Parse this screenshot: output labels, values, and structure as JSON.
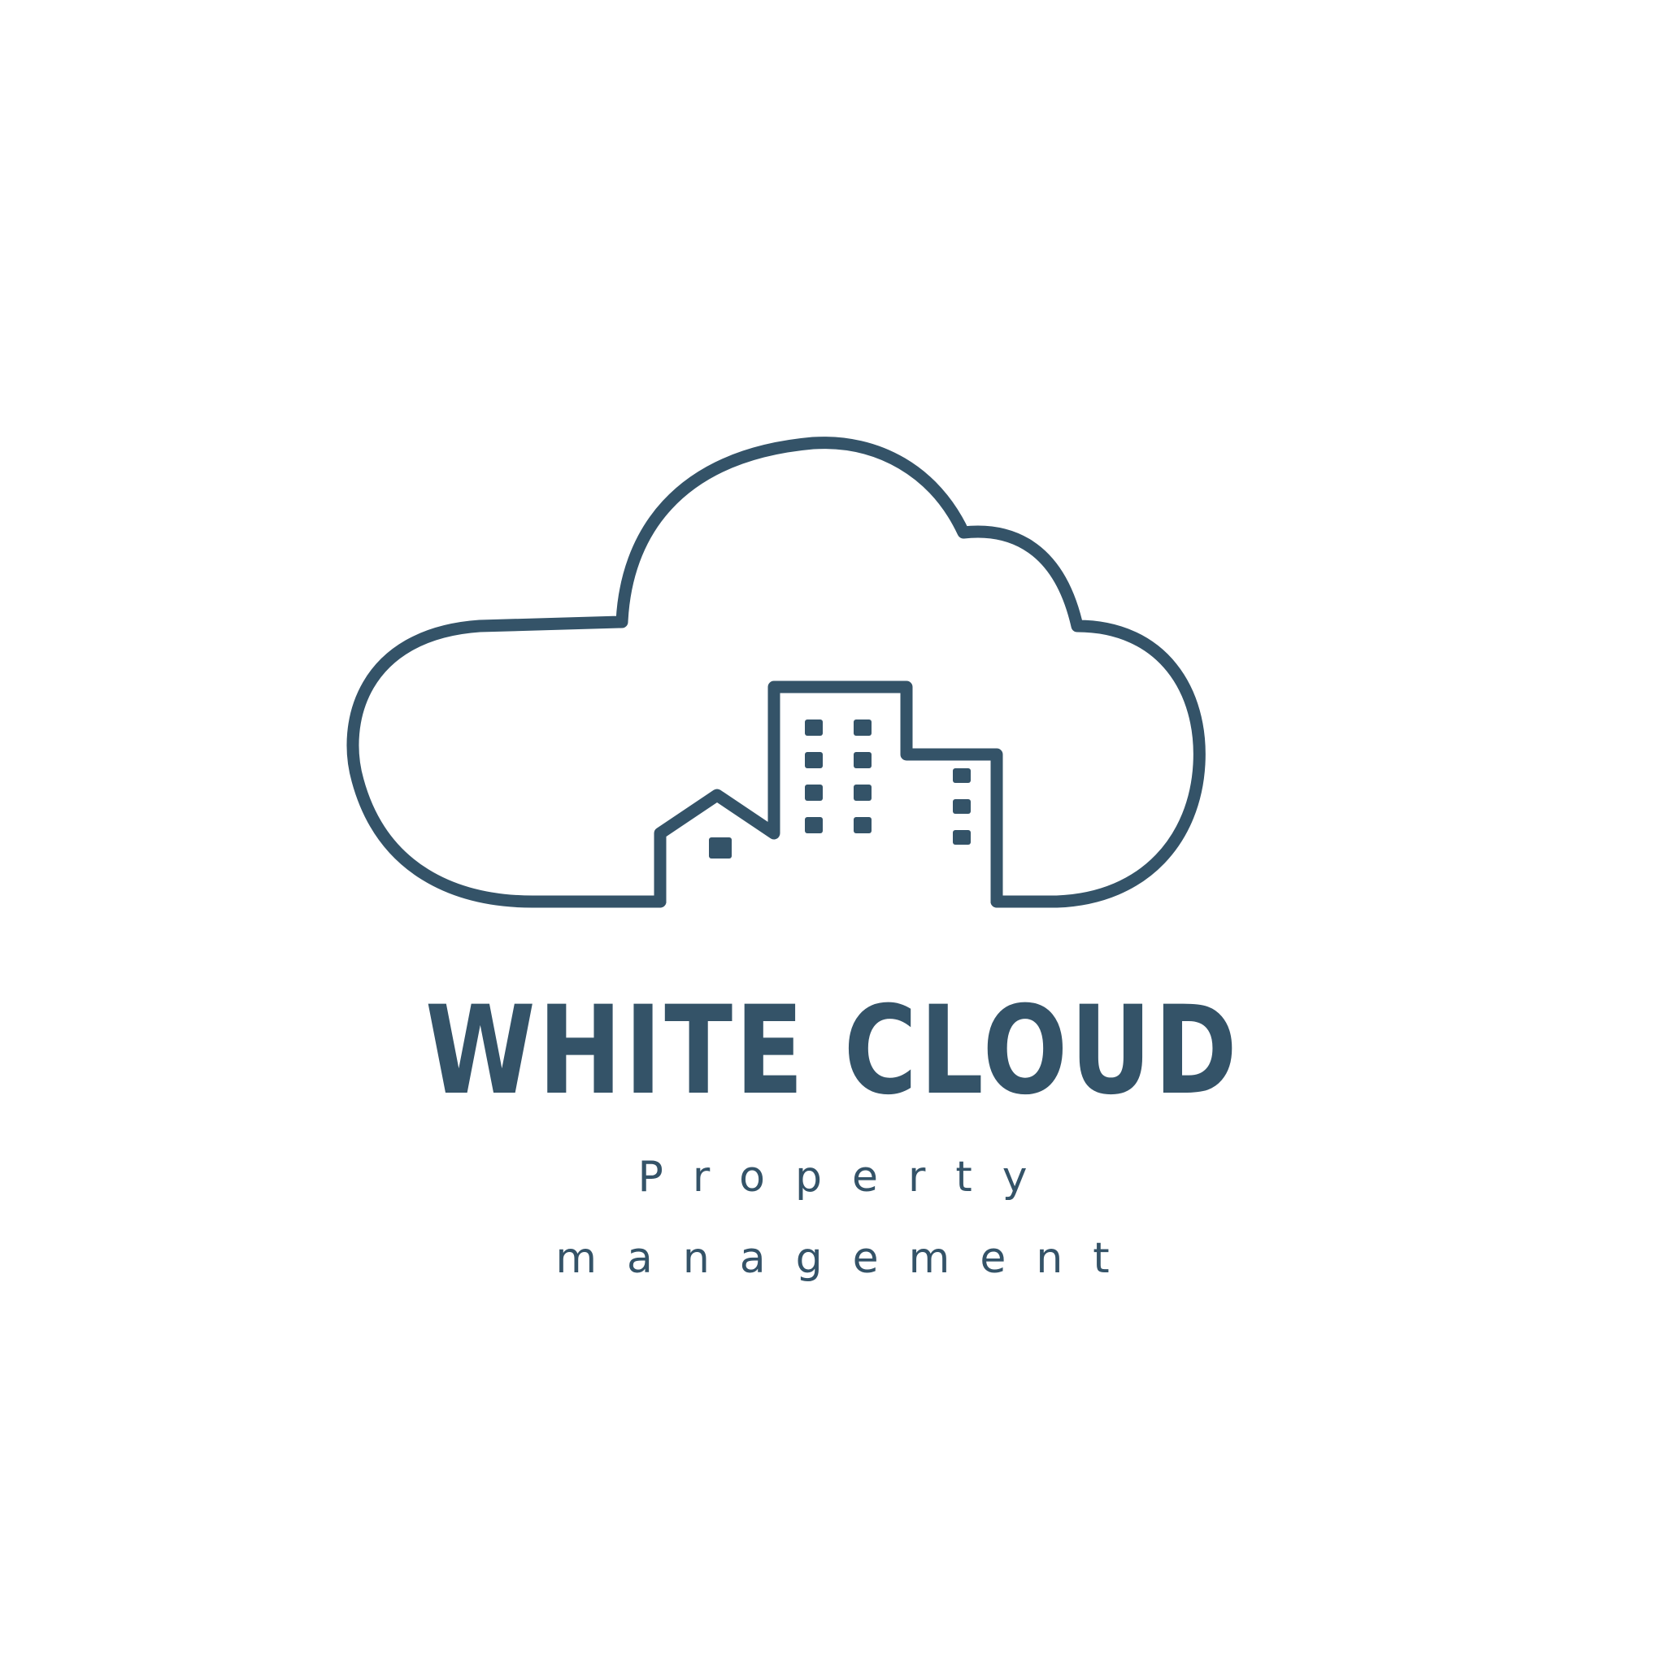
{
  "brand": {
    "name": "WHITE CLOUD",
    "tagline_line1": "Property",
    "tagline_line2": "management"
  },
  "icons": {
    "logo": "cloud-with-buildings-icon"
  },
  "colors": {
    "primary": "#345368",
    "background": "#ffffff"
  }
}
